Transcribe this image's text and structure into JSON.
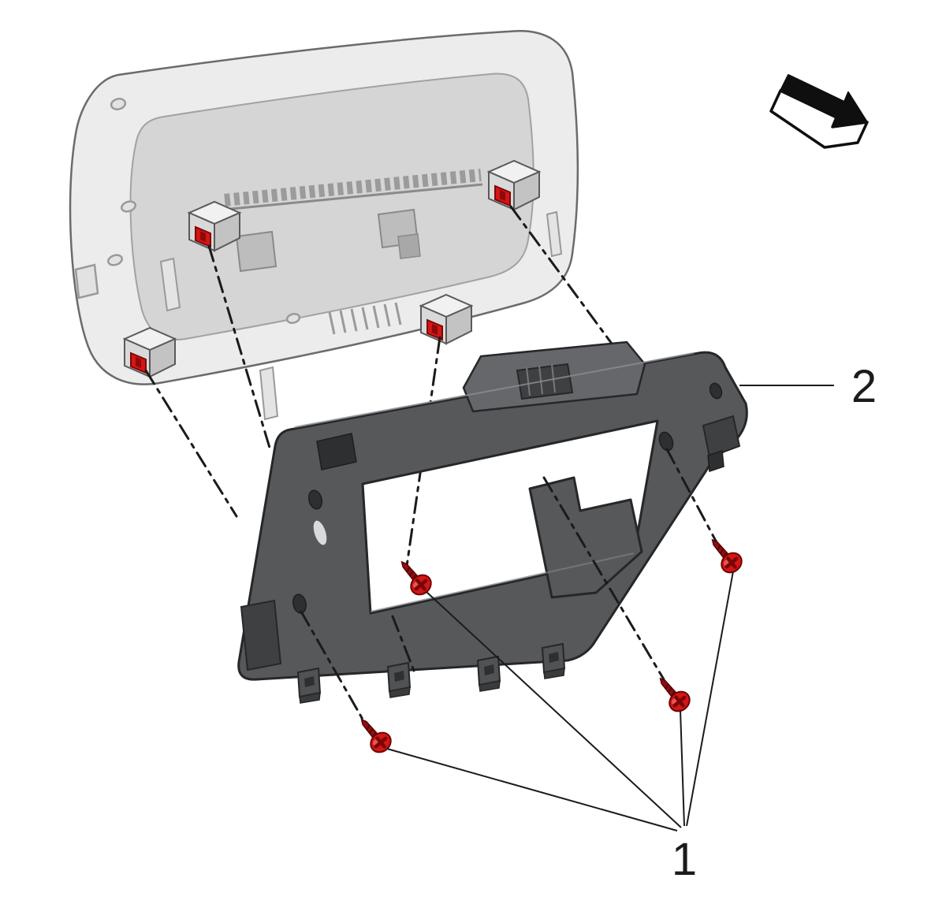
{
  "callouts": {
    "screws": {
      "label": "1",
      "points_to": "screw"
    },
    "bracket": {
      "label": "2",
      "points_to": "mounting-bracket"
    }
  },
  "parts": {
    "display_unit": {
      "name": "display-unit"
    },
    "bracket": {
      "name": "mounting-bracket"
    },
    "screws": {
      "name": "screw",
      "count": 4
    },
    "view_arrow": {
      "name": "view-direction-arrow"
    }
  },
  "colors": {
    "screw_red": "#d31616",
    "screw_dark_red": "#7e0606",
    "bracket_gray": "#57585a",
    "bracket_dark": "#3f4042",
    "display_gray": "#ececec",
    "display_face": "#d5d5d6",
    "line_black": "#1b1b1b"
  }
}
